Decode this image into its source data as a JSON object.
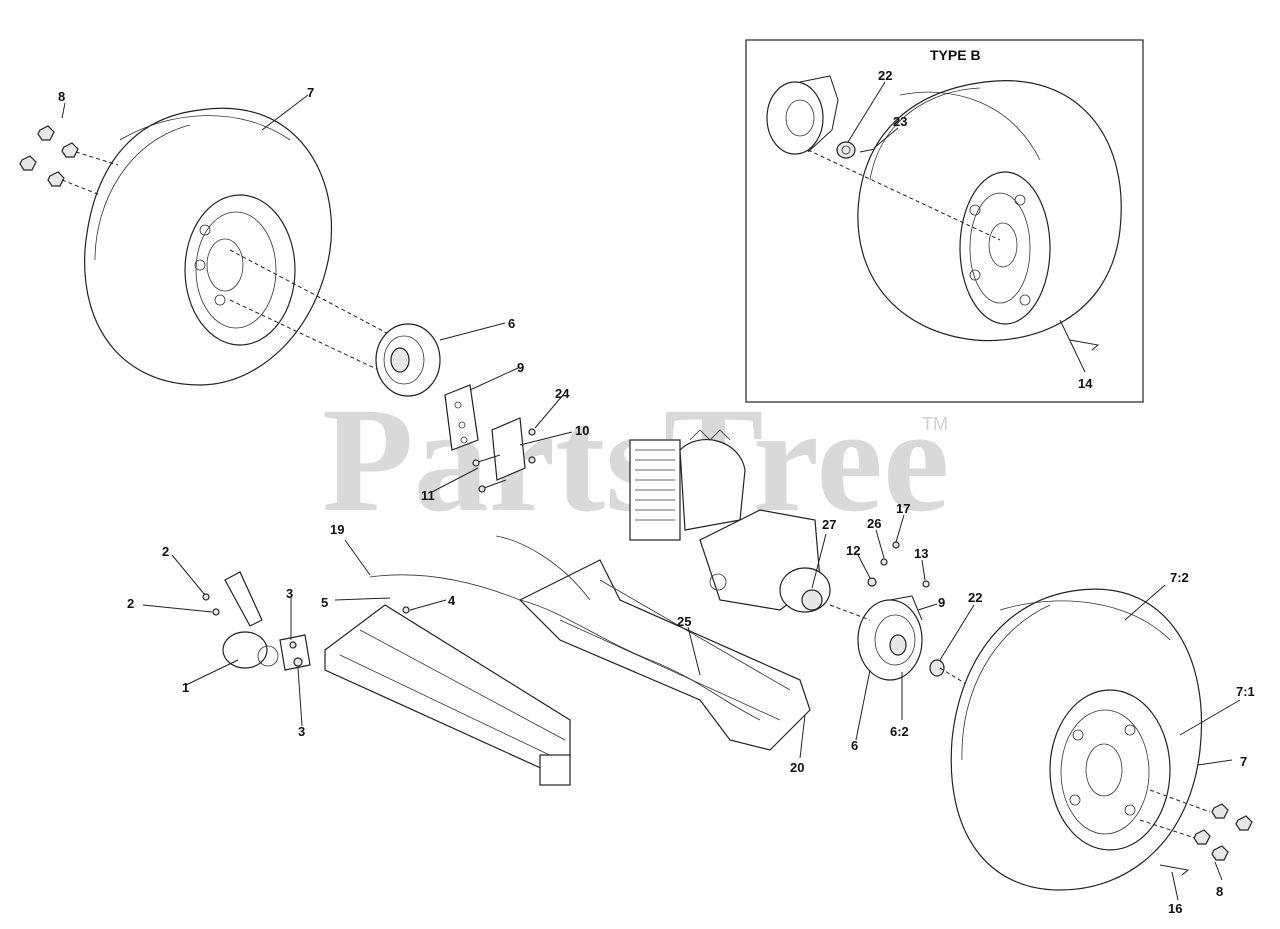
{
  "watermark": {
    "text": "PartsTree",
    "tm": "TM"
  },
  "inset": {
    "title": "TYPE B"
  },
  "callouts": [
    "1",
    "2",
    "2",
    "3",
    "3",
    "4",
    "5",
    "6",
    "6",
    "6:2",
    "7",
    "7",
    "7:1",
    "7:2",
    "8",
    "8",
    "9",
    "9",
    "10",
    "11",
    "12",
    "13",
    "14",
    "16",
    "17",
    "19",
    "20",
    "22",
    "22",
    "23",
    "24",
    "25",
    "26",
    "27"
  ]
}
